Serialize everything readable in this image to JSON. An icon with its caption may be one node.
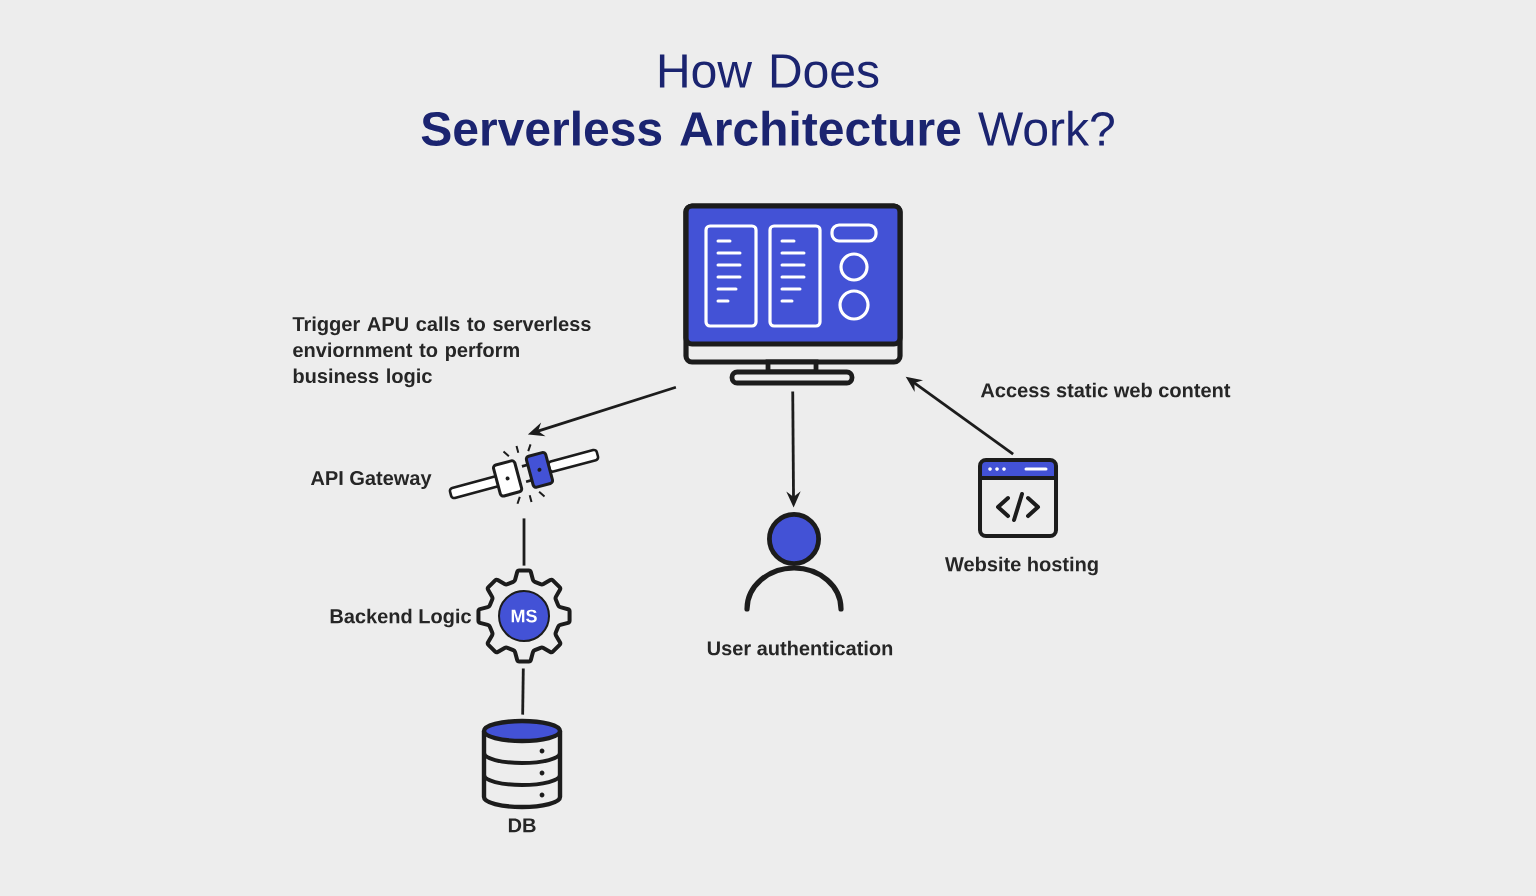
{
  "diagram": {
    "title": "How Does **Serverless Architecture** Work?",
    "nodes": [
      {
        "text": [],
        "shape": "picture"
      },
      {
        "text": [],
        "shape": "picture",
        "beside": [
          "API Gateway"
        ]
      },
      {
        "text": [
          "MS"
        ],
        "beside": [
          "Backend Logic"
        ]
      },
      {
        "text": [],
        "shape": "cylinder",
        "beside": [
          "DB"
        ]
      },
      {
        "text": [],
        "shape": "person",
        "beside": [
          "User authentication"
        ]
      },
      {
        "text": [],
        "shape": "picture",
        "beside": [
          "Website hosting"
        ]
      }
    ],
    "edges": [
      {
        "from": 0,
        "to": 1,
        "arrow": "to",
        "label": "Trigger APU calls to serverless enviornment to perform business logic"
      },
      {
        "from": 1,
        "to": 2,
        "arrow": "none"
      },
      {
        "from": 2,
        "to": 3,
        "arrow": "none"
      },
      {
        "from": 0,
        "to": 4,
        "arrow": "to"
      },
      {
        "from": 5,
        "to": 0,
        "arrow": "to",
        "label": "Access static web content"
      }
    ]
  }
}
